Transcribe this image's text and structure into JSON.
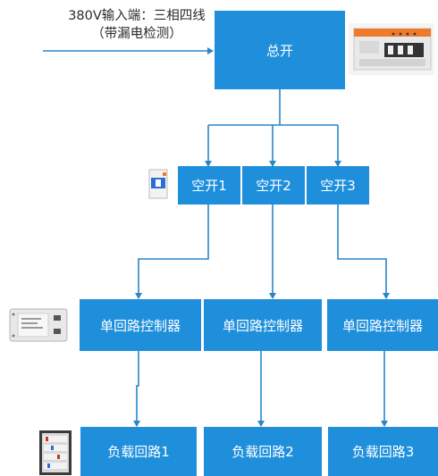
{
  "input": {
    "label": "380V输入端：三相四线（带漏电检测）"
  },
  "main_breaker": {
    "label": "总开"
  },
  "branch_breakers": [
    {
      "label": "空开1"
    },
    {
      "label": "空开2"
    },
    {
      "label": "空开3"
    }
  ],
  "controllers": [
    {
      "label": "单回路控制器"
    },
    {
      "label": "单回路控制器"
    },
    {
      "label": "单回路控制器"
    }
  ],
  "loads": [
    {
      "label": "负载回路1"
    },
    {
      "label": "负载回路2"
    },
    {
      "label": "负载回路3"
    }
  ],
  "colors": {
    "node_fill": "#1f8fdc",
    "connector": "#2a86c8",
    "text_on_node": "#ffffff"
  },
  "icons": {
    "main_breaker": "main-breaker-photo-icon",
    "branch_breaker": "mini-breaker-photo-icon",
    "controller": "controller-module-photo-icon",
    "load": "load-cabinet-photo-icon"
  }
}
